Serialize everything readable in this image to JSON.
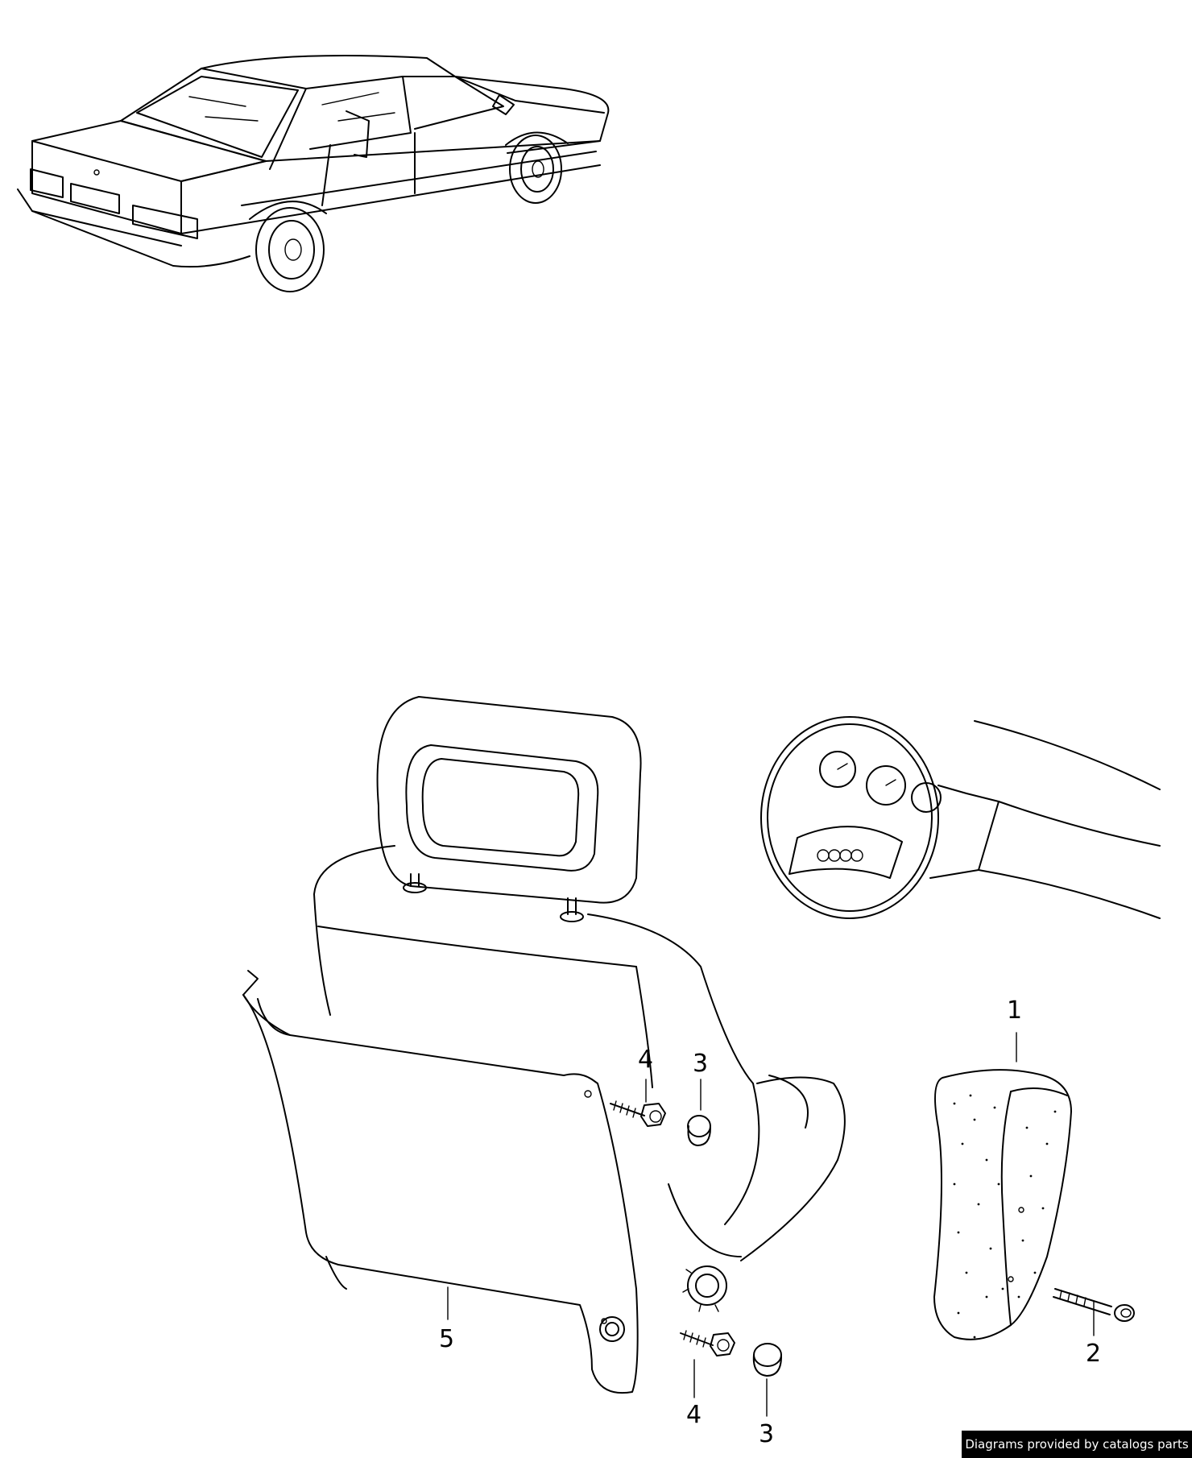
{
  "callouts": {
    "c1": "1",
    "c2": "2",
    "c3_upper": "3",
    "c3_lower": "3",
    "c4_upper": "4",
    "c4_lower": "4",
    "c5": "5"
  },
  "credit": "Diagrams provided by catalogs parts"
}
